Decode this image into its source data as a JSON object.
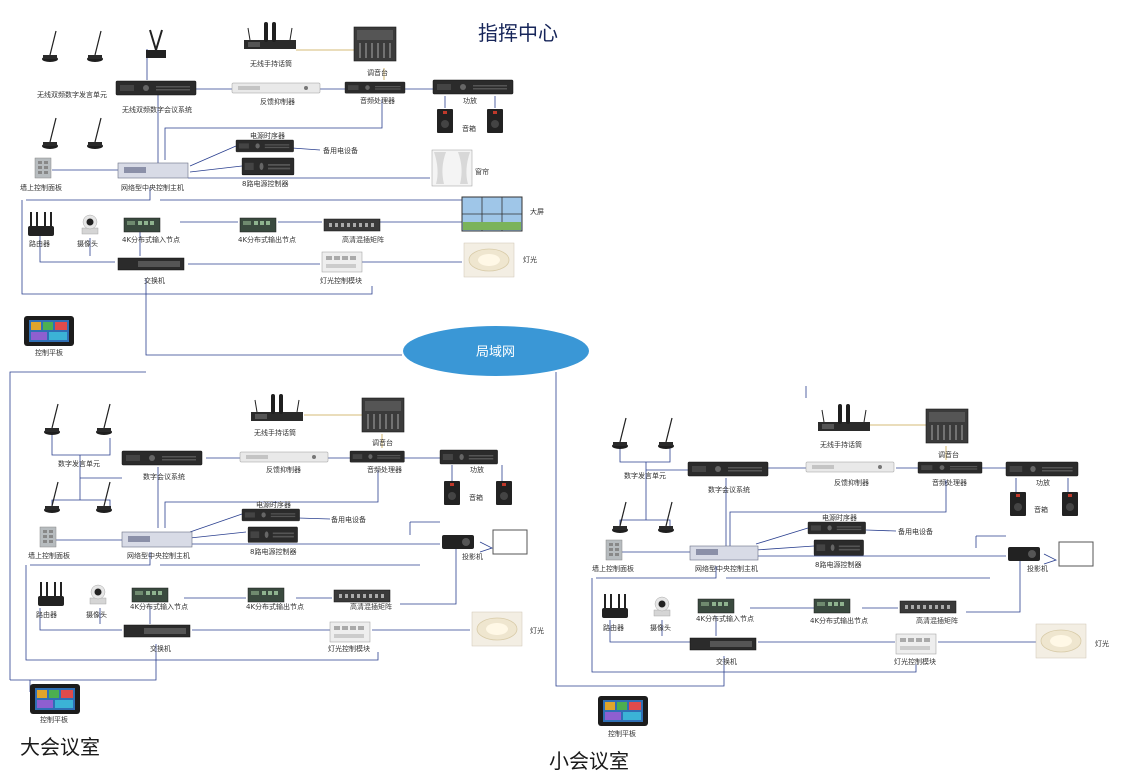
{
  "titles": {
    "hq": "指挥中心",
    "large": "大会议室",
    "small": "小会议室"
  },
  "lan": "局域网",
  "hq": {
    "mic_unit": "无线双频数字发言单元",
    "conf_system": "无线双频数字会议系统",
    "handheld": "无线手持话筒",
    "feedback": "反馈抑制器",
    "mixer": "调音台",
    "audio_proc": "音频处理器",
    "amp": "功放",
    "speaker": "音箱",
    "power_seq": "电源时序器",
    "spare": "备用电设备",
    "power8": "8路电源控制器",
    "curtain": "窗帘",
    "wall_panel": "墙上控制面板",
    "host": "网络型中央控制主机",
    "screen": "大屏",
    "router": "路由器",
    "camera": "摄像头",
    "in_node": "4K分布式输入节点",
    "out_node": "4K分布式输出节点",
    "matrix": "高清混插矩阵",
    "switch": "交换机",
    "light_mod": "灯光控制模块",
    "light": "灯光",
    "tablet": "控制平板"
  },
  "large": {
    "mic_unit": "数字发言单元",
    "conf_system": "数字会议系统",
    "handheld": "无线手持话筒",
    "feedback": "反馈抑制器",
    "mixer": "调音台",
    "audio_proc": "音频处理器",
    "amp": "功放",
    "speaker": "音箱",
    "power_seq": "电源时序器",
    "spare": "备用电设备",
    "power8": "8路电源控制器",
    "wall_panel": "墙上控制面板",
    "host": "网络型中央控制主机",
    "projector": "投影机",
    "router": "路由器",
    "camera": "摄像头",
    "in_node": "4K分布式输入节点",
    "out_node": "4K分布式输出节点",
    "matrix": "高清混插矩阵",
    "switch": "交换机",
    "light_mod": "灯光控制模块",
    "light": "灯光",
    "tablet": "控制平板"
  },
  "small": {
    "mic_unit": "数字发言单元",
    "conf_system": "数字会议系统",
    "handheld": "无线手持话筒",
    "feedback": "反馈抑制器",
    "mixer": "调音台",
    "audio_proc": "音频处理器",
    "amp": "功放",
    "speaker": "音箱",
    "power_seq": "电源时序器",
    "spare": "备用电设备",
    "power8": "8路电源控制器",
    "wall_panel": "墙上控制面板",
    "host": "网络型中央控制主机",
    "projector": "投影机",
    "router": "路由器",
    "camera": "摄像头",
    "in_node": "4K分布式输入节点",
    "out_node": "4K分布式输出节点",
    "matrix": "高清混插矩阵",
    "switch": "交换机",
    "light_mod": "灯光控制模块",
    "light": "灯光",
    "tablet": "控制平板"
  },
  "colors": {
    "wire_blue": "#2a3f8f",
    "wire_gold": "#c9a54a",
    "lan_fill": "#3a97d6",
    "device_dark": "#2b2b2b"
  }
}
